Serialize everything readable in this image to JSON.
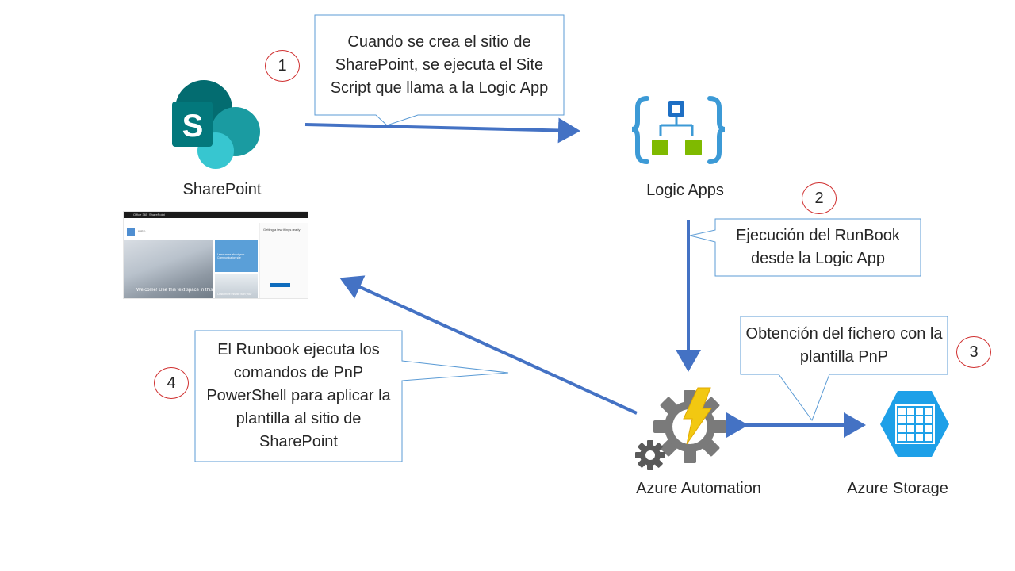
{
  "nodes": {
    "sharepoint": {
      "label": "SharePoint"
    },
    "logic_apps": {
      "label": "Logic Apps"
    },
    "azure_automation": {
      "label": "Azure Automation"
    },
    "azure_storage": {
      "label": "Azure Storage"
    }
  },
  "callouts": {
    "step1": "Cuando se crea el sitio de SharePoint, se ejecuta el Site Script que llama a la Logic App",
    "step2": "Ejecución del RunBook desde la Logic App",
    "step3": "Obtención del fichero con la plantilla PnP",
    "step4": "El Runbook ejecuta los comandos de PnP PowerShell para aplicar la plantilla al sitio de SharePoint"
  },
  "steps": [
    "1",
    "2",
    "3",
    "4"
  ],
  "sharepoint_screenshot": {
    "app_bar": "Office 365",
    "app_name": "SharePoint",
    "site_name": "WSD",
    "panel_title": "Getting a few things ready",
    "tile_text": "Learn more about your Communication site",
    "hero_caption": "Welcome! Use this text space in this page to start customizing",
    "tile2_text": "Customize this file with your"
  },
  "colors": {
    "arrow": "#4472c4",
    "callout_border": "#5b9bd5",
    "step_circle": "#d03030",
    "sharepoint_dark": "#036c70",
    "sharepoint_teal": "#1a9ba1",
    "sharepoint_light": "#37c6d0",
    "logic_apps_blue": "#3c9ad6",
    "logic_apps_green": "#7fba00",
    "automation_gear": "#7a7a7a",
    "automation_bolt": "#f2c811",
    "storage_blue": "#1ea0e8"
  }
}
